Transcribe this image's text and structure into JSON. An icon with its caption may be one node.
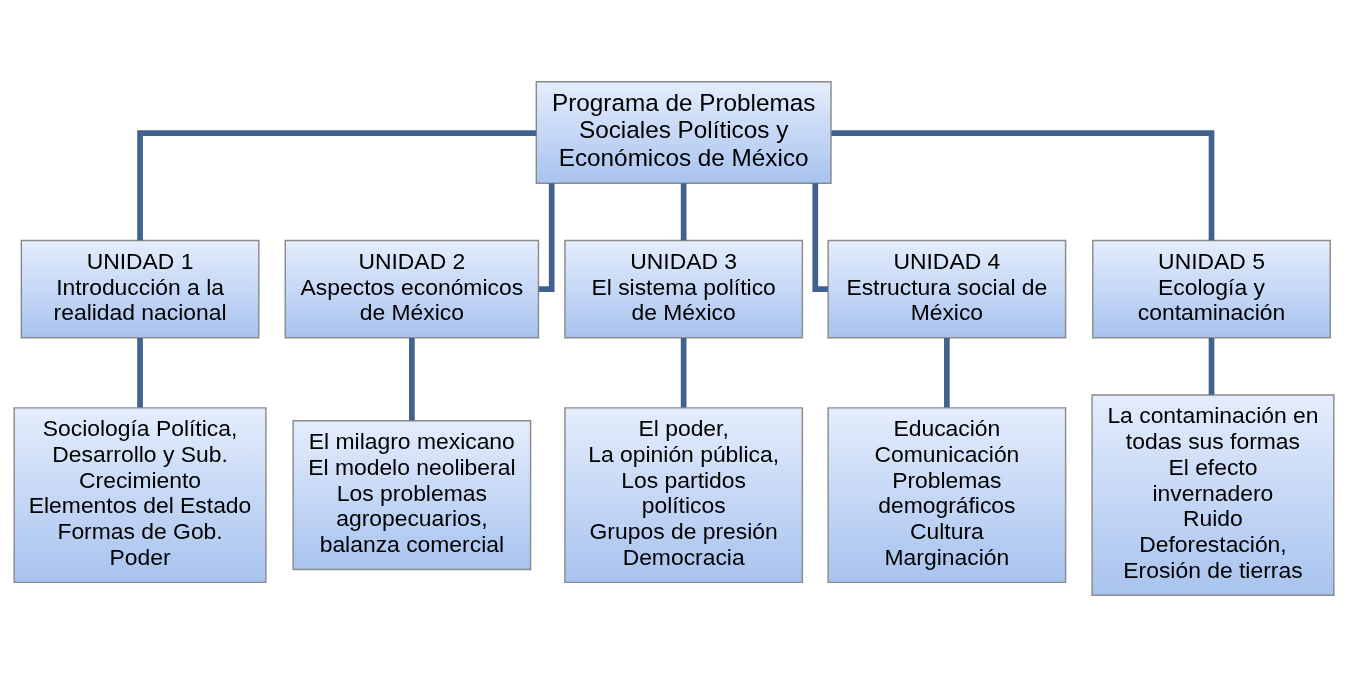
{
  "diagram": {
    "nodes": [
      {
        "text": [
          "Programa de Problemas Sociales Políticos y Económicos de México"
        ]
      },
      {
        "text": [
          "UNIDAD 1",
          "Introducción a la realidad nacional"
        ]
      },
      {
        "text": [
          "UNIDAD 2",
          "Aspectos económicos de México"
        ]
      },
      {
        "text": [
          "UNIDAD 3",
          "El sistema político de México"
        ]
      },
      {
        "text": [
          "UNIDAD 4",
          "Estructura social de México"
        ]
      },
      {
        "text": [
          "UNIDAD 5",
          "Ecología y contaminación"
        ]
      },
      {
        "text": [
          "Sociología Política,",
          "Desarrollo y Sub.",
          "Crecimiento",
          "Elementos del Estado",
          "Formas de Gob.",
          "Poder"
        ]
      },
      {
        "text": [
          "El milagro mexicano",
          "El modelo neoliberal",
          "Los problemas agropecuarios, balanza comercial"
        ]
      },
      {
        "text": [
          "El poder,",
          "La opinión pública,",
          "Los partidos políticos",
          "Grupos de presión",
          "Democracia"
        ]
      },
      {
        "text": [
          "Educación",
          "Comunicación",
          "Problemas demográficos",
          "Cultura",
          "Marginación"
        ]
      },
      {
        "text": [
          "La contaminación en todas sus formas",
          "El efecto invernadero",
          "Ruido",
          "Deforestación, Erosión de tierras"
        ]
      }
    ],
    "edges": [
      {
        "from": 0,
        "to": 1,
        "arrow": "none"
      },
      {
        "from": 0,
        "to": 2,
        "arrow": "none"
      },
      {
        "from": 0,
        "to": 3,
        "arrow": "none"
      },
      {
        "from": 0,
        "to": 4,
        "arrow": "none"
      },
      {
        "from": 0,
        "to": 5,
        "arrow": "none"
      },
      {
        "from": 1,
        "to": 6,
        "arrow": "none"
      },
      {
        "from": 2,
        "to": 7,
        "arrow": "none"
      },
      {
        "from": 3,
        "to": 8,
        "arrow": "none"
      },
      {
        "from": 4,
        "to": 9,
        "arrow": "none"
      },
      {
        "from": 5,
        "to": 10,
        "arrow": "none"
      }
    ]
  }
}
